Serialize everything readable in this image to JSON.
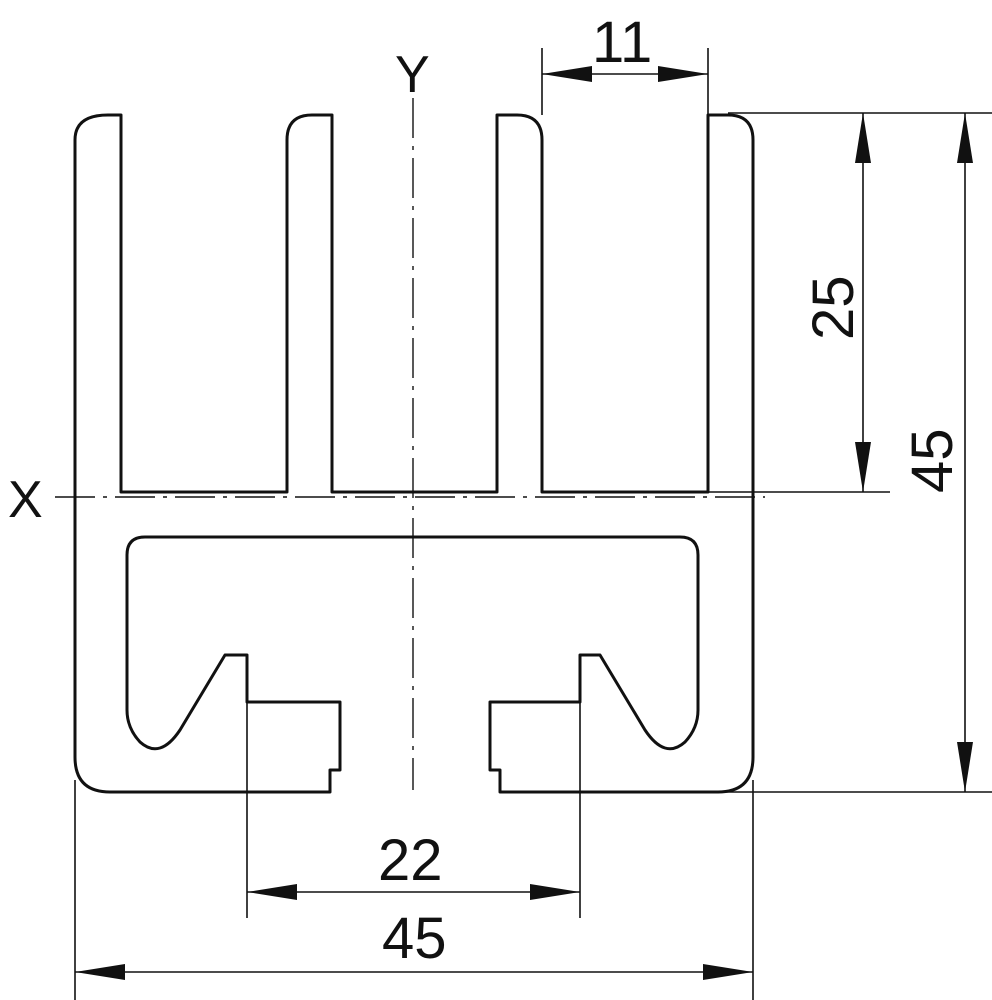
{
  "axes": {
    "x_label": "X",
    "y_label": "Y"
  },
  "dimensions": {
    "slot_width": "11",
    "fin_height": "25",
    "total_height": "45",
    "slot_opening": "22",
    "total_width": "45"
  }
}
